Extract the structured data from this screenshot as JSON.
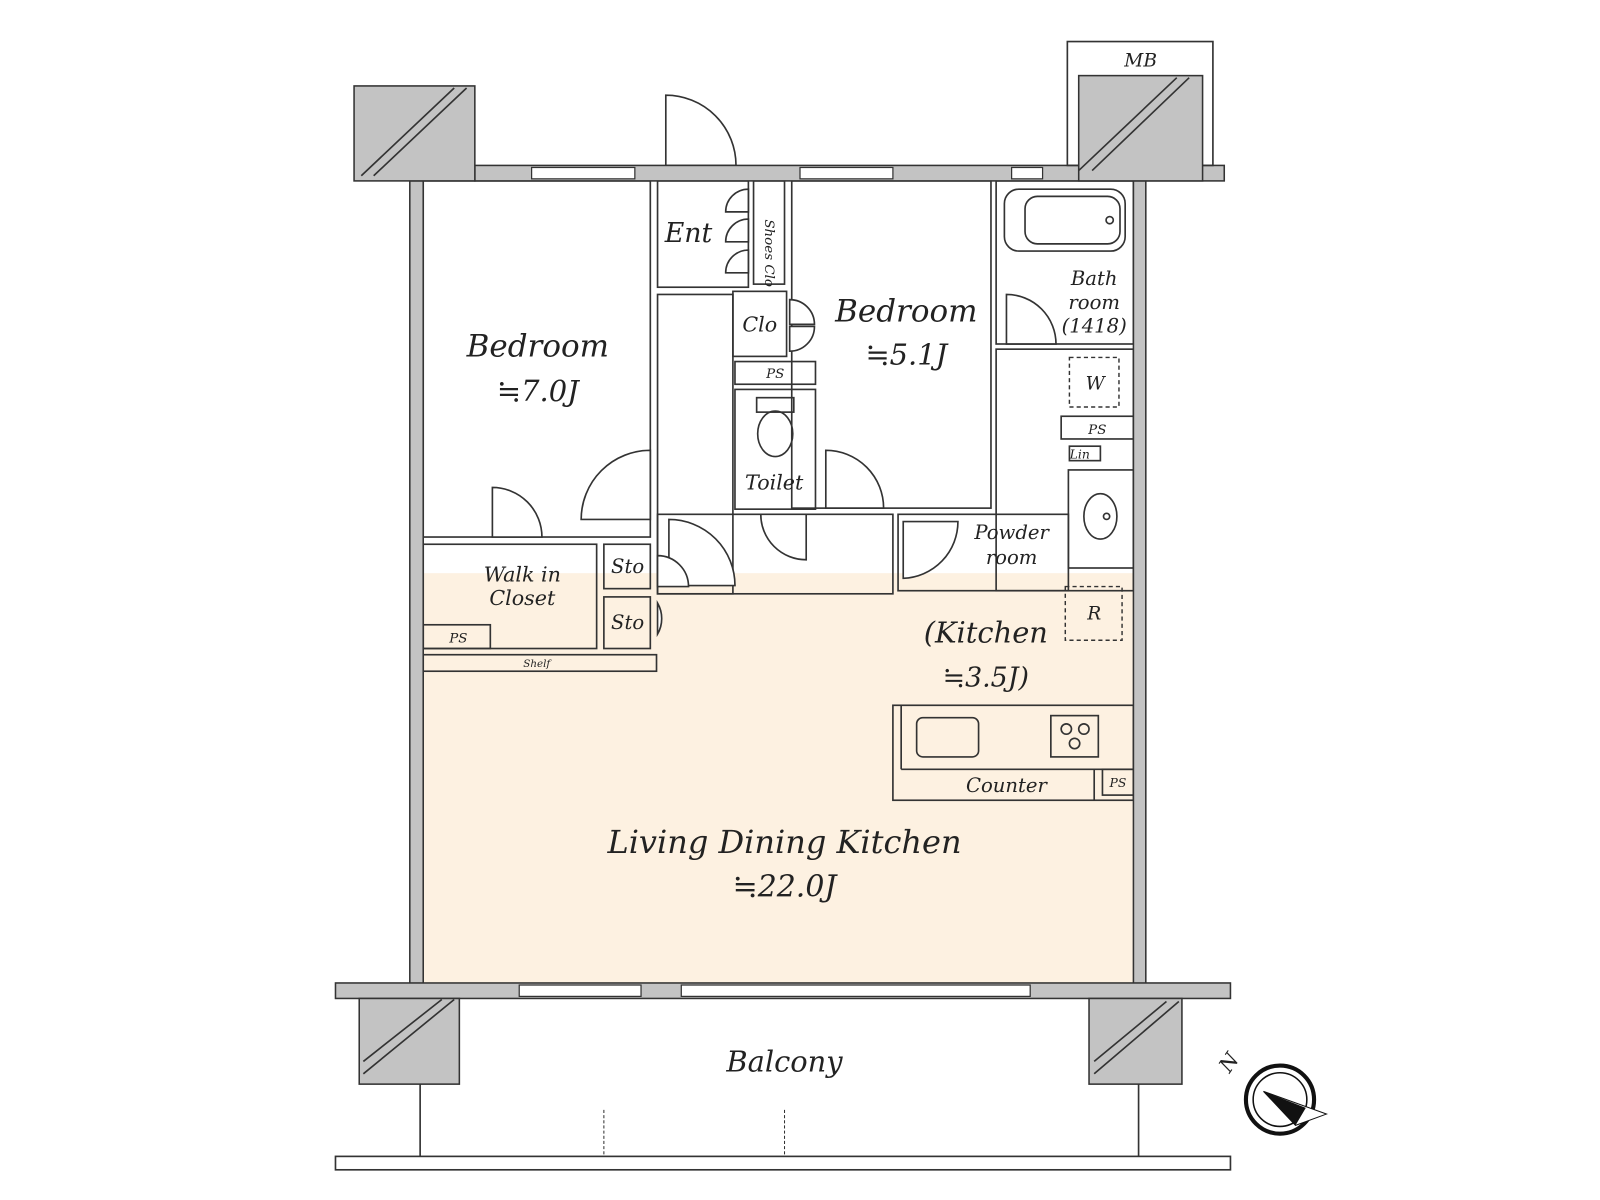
{
  "colors": {
    "wall": "#c3c3c3",
    "bedroom": "#fefcec",
    "wet_area": "#e8f3fb",
    "storage": "#ddd5bc",
    "living": "#fdf1e1",
    "outline": "#333333"
  },
  "labels": {
    "mb": "MB",
    "ent": "Ent",
    "shoes_clo": "Shoes Clo",
    "clo": "Clo",
    "ps_toilet": "PS",
    "toilet": "Toilet",
    "bedroom1_name": "Bedroom",
    "bedroom1_size": "≒7.0J",
    "bedroom2_name": "Bedroom",
    "bedroom2_size": "≒5.1J",
    "bath_line1": "Bath",
    "bath_line2": "room",
    "bath_line3": "(1418)",
    "washer": "W",
    "ps_wash": "PS",
    "lin": "Lin",
    "powder_line1": "Powder",
    "powder_line2": "room",
    "walk_in_line1": "Walk in",
    "walk_in_line2": "Closet",
    "ps_closet": "PS",
    "sto1": "Sto",
    "sto2": "Sto",
    "shelf": "Shelf",
    "refrigerator": "R",
    "kitchen_name": "(Kitchen",
    "kitchen_size": "≒3.5J)",
    "counter": "Counter",
    "ps_kitchen": "PS",
    "ldk_name": "Living Dining Kitchen",
    "ldk_size": "≒22.0J",
    "balcony": "Balcony",
    "north": "N"
  },
  "icons": {
    "compass": "north-arrow-icon",
    "bathtub": "bathtub-icon",
    "toilet": "toilet-icon",
    "sink": "sink-icon",
    "stove": "stove-icon"
  }
}
